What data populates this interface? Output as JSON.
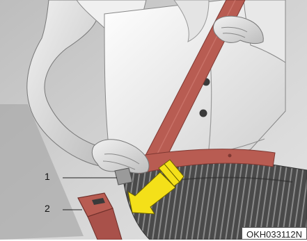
{
  "callouts": [
    {
      "label": "1"
    },
    {
      "label": "2"
    }
  ],
  "figure_code": "OKH033112N",
  "colors": {
    "belt": "#b85c52",
    "belt_dark": "#8e3f38",
    "arrow": "#f4e019",
    "skirt": "#4e4e4e",
    "background": "#cfcfcf"
  }
}
